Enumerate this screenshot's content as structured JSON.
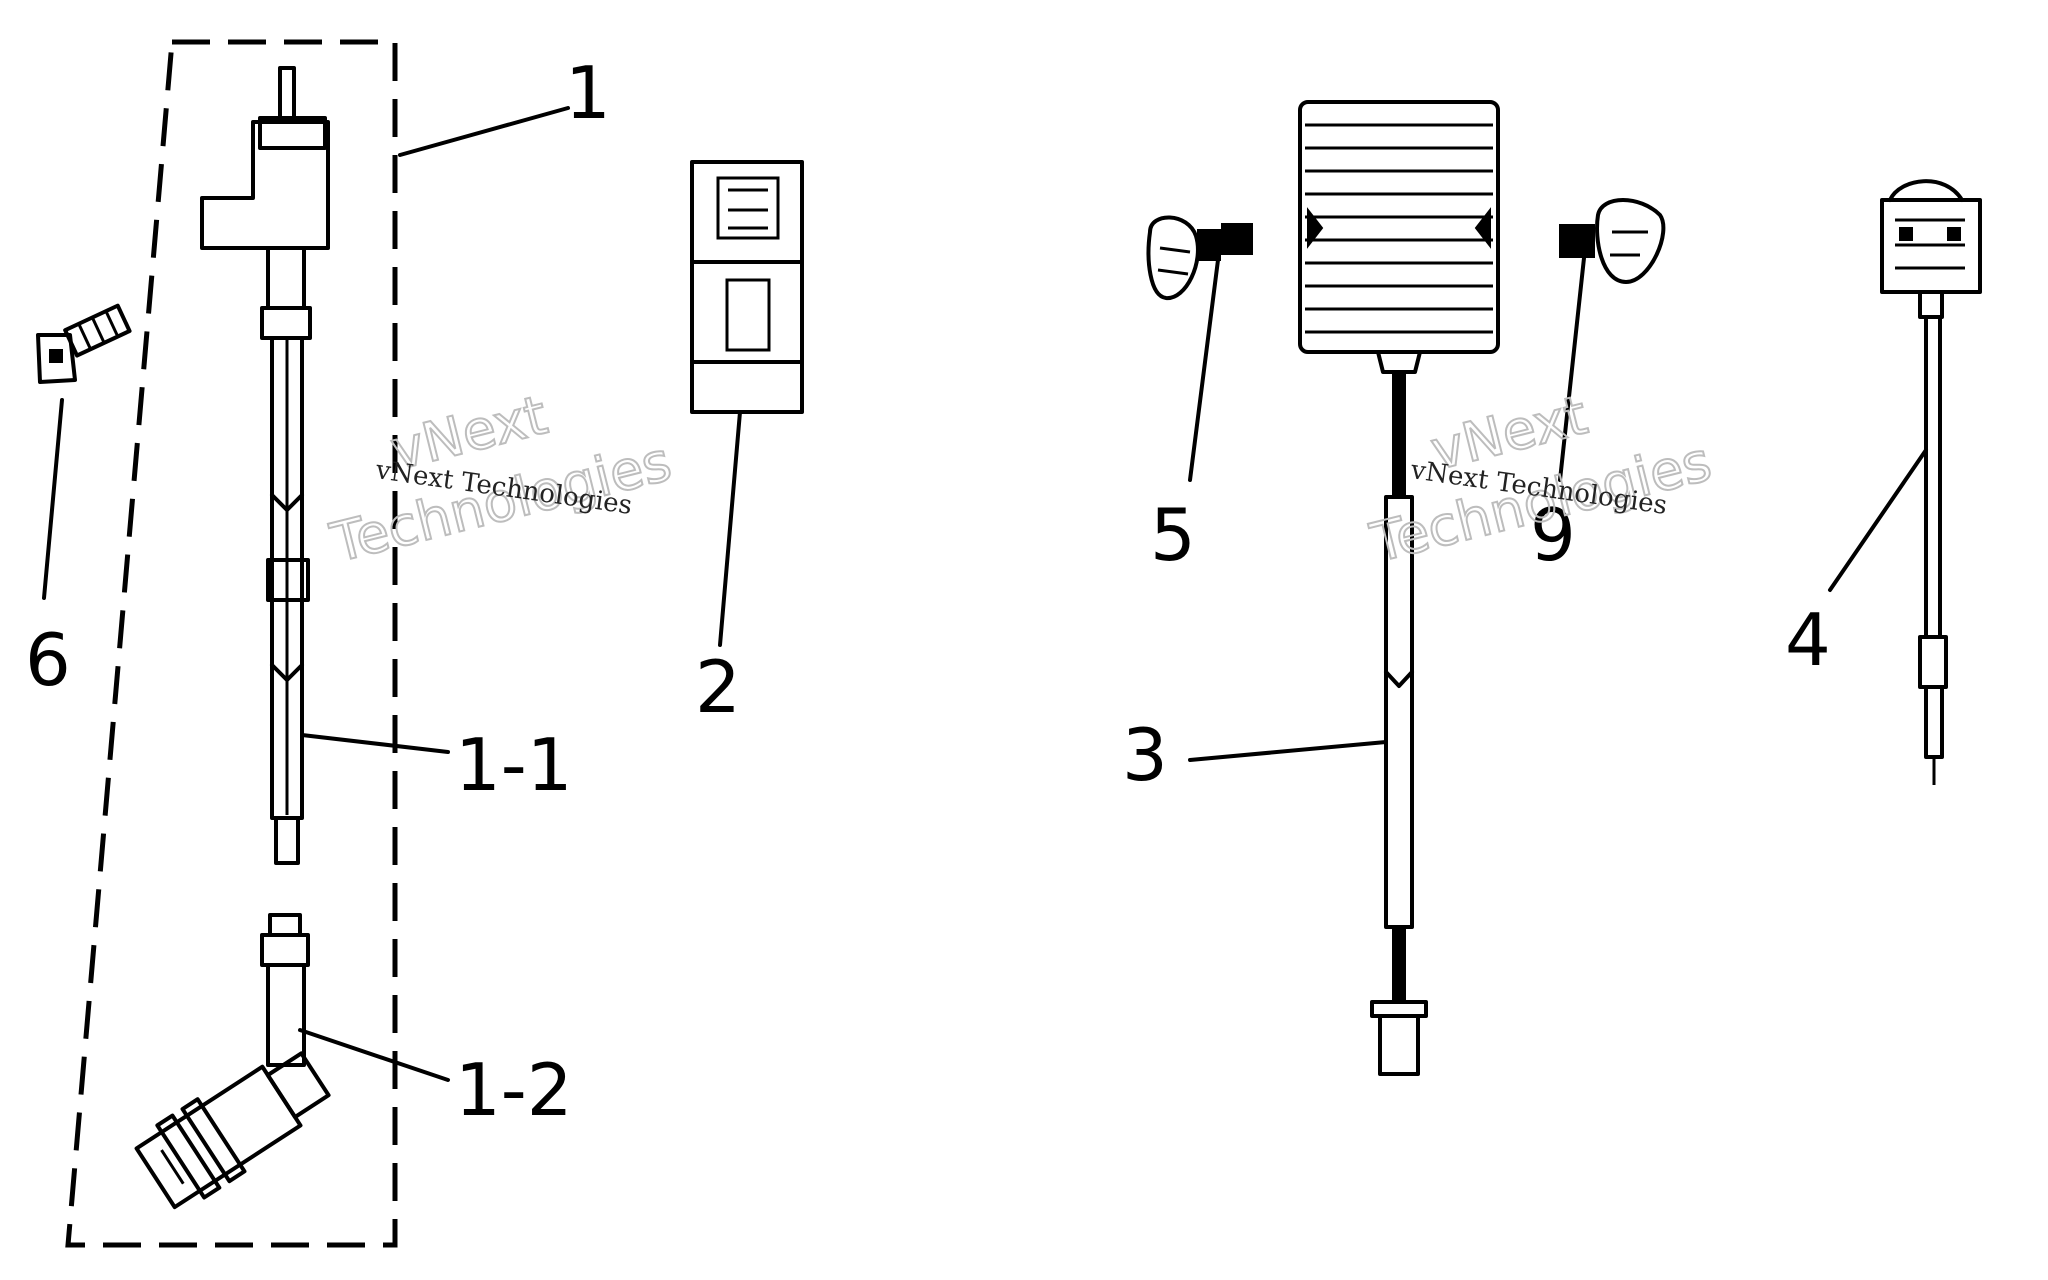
{
  "callouts": {
    "c1": "1",
    "c1_1": "1-1",
    "c1_2": "1-2",
    "c2": "2",
    "c3": "3",
    "c4": "4",
    "c5": "5",
    "c6": "6",
    "c9": "9"
  },
  "watermarks": {
    "brand_line1": "vNext",
    "brand_line2": "Technologies",
    "brand_caption": "vNext Technologies"
  }
}
